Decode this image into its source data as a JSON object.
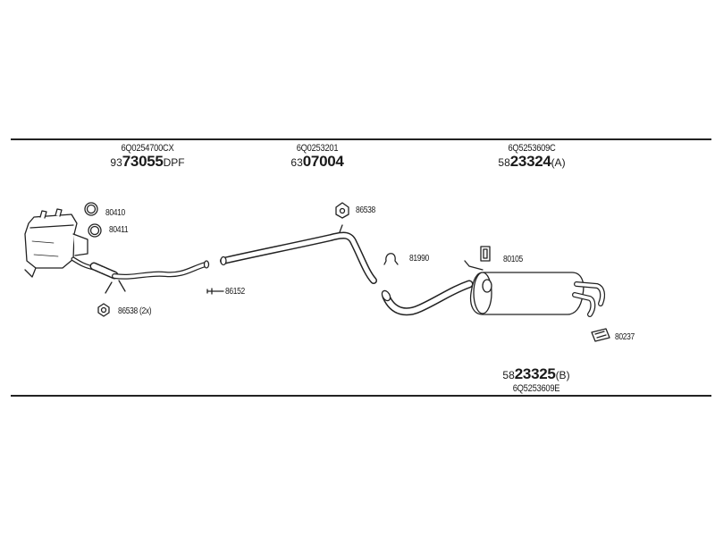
{
  "groups": [
    {
      "oem": "6Q0254700CX",
      "prefix": "93",
      "number": "73055",
      "suffix": "DPF"
    },
    {
      "oem": "6Q0253201",
      "prefix": "63",
      "number": "07004",
      "suffix": ""
    },
    {
      "oem": "6Q5253609C",
      "prefix": "58",
      "number": "23324",
      "suffix": "(A)"
    },
    {
      "oem": "6Q5253609E",
      "prefix": "58",
      "number": "23325",
      "suffix": "(B)"
    }
  ],
  "parts": {
    "clamp_80410": "80410",
    "clamp_80411": "80411",
    "gasket_86538_2x": "86538 (2x)",
    "bracket_86152": "86152",
    "gasket_86538": "86538",
    "rubber_81990": "81990",
    "mount_80105": "80105",
    "mount_80237": "80237"
  }
}
